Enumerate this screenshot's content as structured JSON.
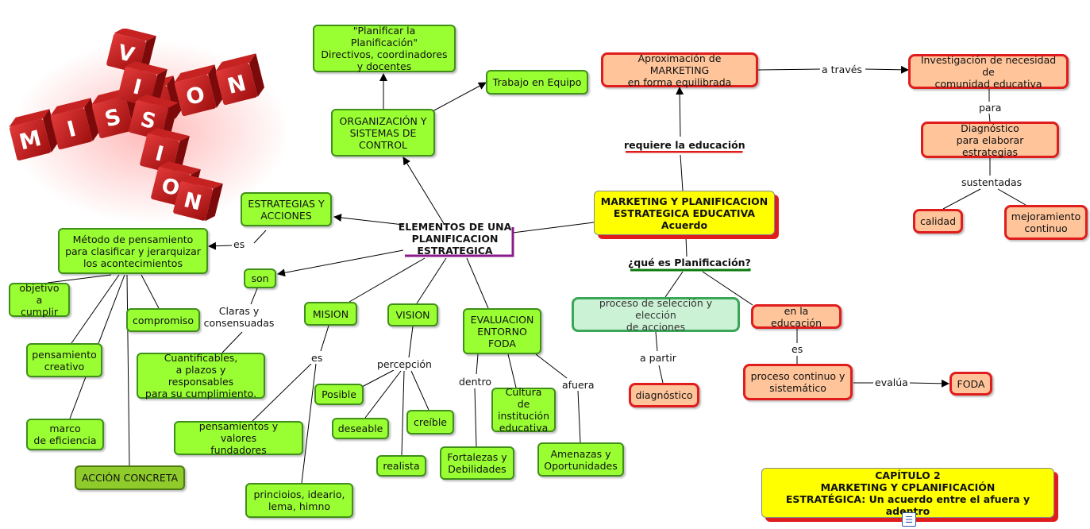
{
  "nodes": {
    "planificar": "\"Planificar la Planificación\"\nDirectivos, coordinadores\ny docentes",
    "trabajo_equipo": "Trabajo en Equipo",
    "organizacion": "ORGANIZACIÓN Y\nSISTEMAS DE\nCONTROL",
    "estrategias": "ESTRATEGIAS Y\nACCIONES",
    "metodo": "Método de pensamiento\npara clasificar y jerarquizar\nlos acontecimientos",
    "objetivo": "objetivo a\ncumplir",
    "compromiso": "compromiso",
    "pensamiento_creativo": "pensamiento\ncreativo",
    "marco": "marco\nde eficiencia",
    "accion": "ACCIÓN CONCRETA",
    "son": "son",
    "cuantificables": "Cuantificables,\na plazos y responsables\npara su cumplimiento.",
    "mision": "MISION",
    "vision": "VISION",
    "evaluacion": "EVALUACION\nENTORNO\nFODA",
    "posible": "Posible",
    "deseable": "deseable",
    "creible": "creíble",
    "realista": "realista",
    "pensamientos_valores": "pensamientos y valores\nfundadores",
    "principios": "princioios, ideario,\nlema, himno",
    "cultura": "Cultura de\ninstitución\neducativa",
    "fortalezas": "Fortalezas y\nDebilidades",
    "amenazas": "Amenazas y\nOportunidades",
    "aproximacion": "Aproximación de MARKETING\nen forma equilibrada",
    "investigacion": "Investigación de necesidad de\ncomunidad educativa",
    "diagnostico_estrategias": "Diagnóstico\npara elaborar estrategias",
    "calidad": "calidad",
    "mejoramiento": "mejoramiento\ncontinuo",
    "marketing_planificacion": "MARKETING Y PLANIFICACION\nESTRATEGICA EDUCATIVA\nAcuerdo",
    "proceso_seleccion": "proceso de selección y elección\nde acciones",
    "en_educacion": "en la educación",
    "diagnostico": "diagnóstico",
    "proceso_continuo": "proceso continuo y\nsistemático",
    "foda": "FODA",
    "capitulo": "CAPÍTULO 2\nMARKETING Y CPLANIFICACIÓN\nESTRATÉGICA: Un acuerdo entre el afuera y adentro"
  },
  "center_title": "ELEMENTOS DE UNA\nPLANIFICACION\nESTRATEGICA",
  "links": {
    "es_1": "es",
    "claras": "Claras y\nconsensuadas",
    "es_2": "es",
    "percepcion": "percepción",
    "dentro": "dentro",
    "afuera": "afuera",
    "a_traves": "a través",
    "para": "para",
    "sustentadas": "sustentadas",
    "requiere": "requiere la educación",
    "que_es": "¿qué es Planificación?",
    "a_partir": "a partir",
    "es_3": "es",
    "evalua": "evalúa"
  },
  "image": {
    "row1_letters": [
      "M",
      "I",
      "S",
      "I",
      "O",
      "N"
    ],
    "row2_letters": [
      "V",
      "I",
      "S",
      "I",
      "O",
      "N"
    ]
  },
  "colors": {
    "green_node": "#99ff33",
    "orange_node": "#ffc49a",
    "red_border": "#e01d1d",
    "yellow_node": "#ffff00",
    "teal_node": "#ccf2d6",
    "purple_bar": "#8b1a8b",
    "dark_green_bar": "#0a7a0a"
  }
}
